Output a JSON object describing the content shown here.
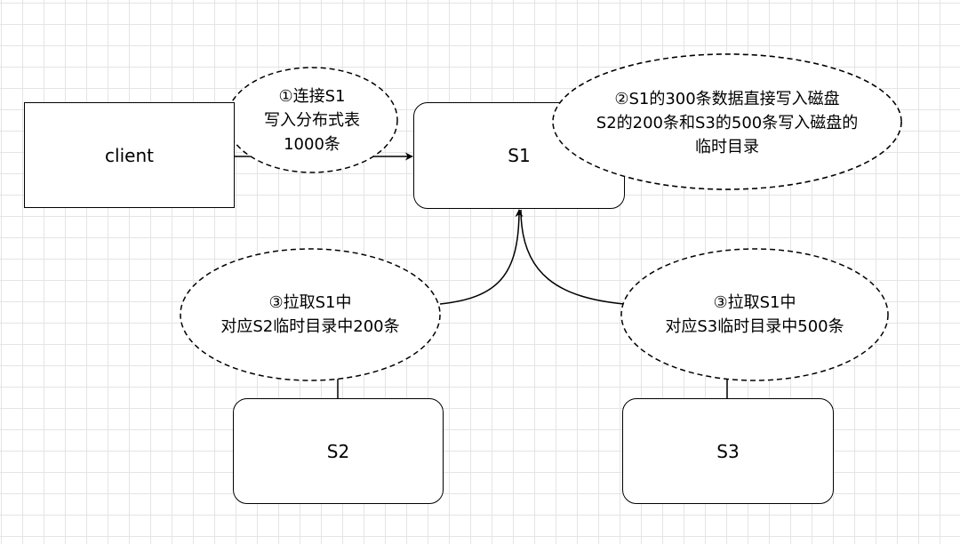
{
  "nodes": {
    "client": "client",
    "s1": "S1",
    "s2": "S2",
    "s3": "S3"
  },
  "notes": {
    "step1": [
      "①连接S1",
      "写入分布式表",
      "1000条"
    ],
    "step2": [
      "②S1的300条数据直接写入磁盘",
      "S2的200条和S3的500条写入磁盘的",
      "临时目录"
    ],
    "step3_s2": [
      "③拉取S1中",
      "对应S2临时目录中200条"
    ],
    "step3_s3": [
      "③拉取S1中",
      "对应S3临时目录中500条"
    ]
  }
}
